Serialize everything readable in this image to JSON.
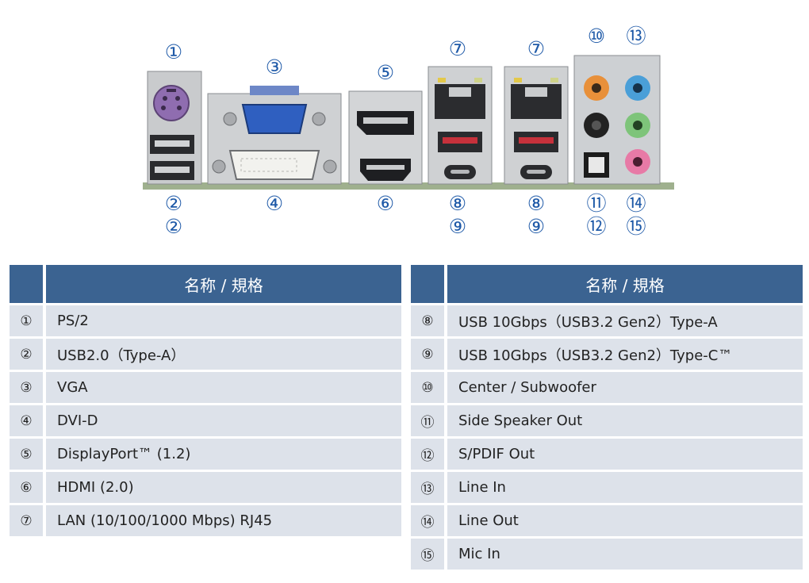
{
  "callouts": {
    "c1": "①",
    "c2a": "②",
    "c2b": "②",
    "c3": "③",
    "c4": "④",
    "c5": "⑤",
    "c6": "⑥",
    "c7a": "⑦",
    "c7b": "⑦",
    "c8a": "⑧",
    "c9a": "⑨",
    "c8b": "⑧",
    "c9b": "⑨",
    "c10": "⑩",
    "c13": "⑬",
    "c11": "⑪",
    "c12": "⑫",
    "c14": "⑭",
    "c15": "⑮"
  },
  "table_left": {
    "header": "名称 / 規格",
    "rows": [
      {
        "num": "①",
        "name": "PS/2"
      },
      {
        "num": "②",
        "name": "USB2.0（Type-A）"
      },
      {
        "num": "③",
        "name": "VGA"
      },
      {
        "num": "④",
        "name": "DVI-D"
      },
      {
        "num": "⑤",
        "name": "DisplayPort™ (1.2)"
      },
      {
        "num": "⑥",
        "name": "HDMI (2.0)"
      },
      {
        "num": "⑦",
        "name": "LAN (10/100/1000 Mbps) RJ45"
      }
    ]
  },
  "table_right": {
    "header": "名称 / 規格",
    "rows": [
      {
        "num": "⑧",
        "name": "USB 10Gbps（USB3.2 Gen2）Type-A"
      },
      {
        "num": "⑨",
        "name": "USB 10Gbps（USB3.2 Gen2）Type-C™"
      },
      {
        "num": "⑩",
        "name": "Center / Subwoofer"
      },
      {
        "num": "⑪",
        "name": "Side Speaker Out"
      },
      {
        "num": "⑫",
        "name": "S/PDIF Out"
      },
      {
        "num": "⑬",
        "name": "Line In"
      },
      {
        "num": "⑭",
        "name": "Line Out"
      },
      {
        "num": "⑮",
        "name": "Mic In"
      }
    ]
  },
  "colors": {
    "header_bg": "#3b6391",
    "row_bg": "#dde2ea",
    "callout": "#1f5aa8",
    "audio_orange": "#e8903a",
    "audio_blue": "#4a9fd8",
    "audio_black": "#222222",
    "audio_green": "#7ec47a",
    "audio_pink": "#e77aa6"
  }
}
